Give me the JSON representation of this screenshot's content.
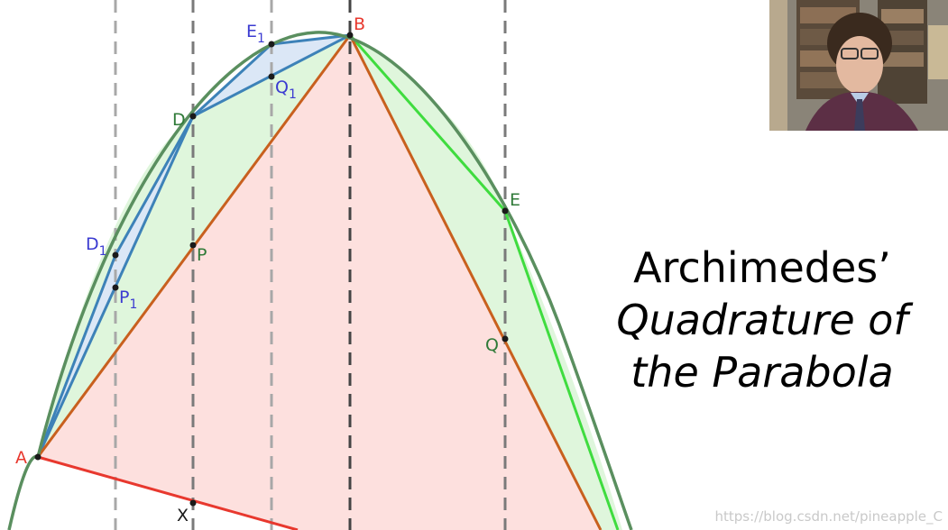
{
  "title": {
    "line1": "Archimedes’",
    "line2": "Quadrature of",
    "line3": "the Parabola"
  },
  "points": {
    "A": "A",
    "B": "B",
    "D": "D",
    "E": "E",
    "P": "P",
    "Q": "Q",
    "X": "X",
    "D1": {
      "base": "D",
      "sub": "1"
    },
    "E1": {
      "base": "E",
      "sub": "1"
    },
    "P1": {
      "base": "P",
      "sub": "1"
    },
    "Q1": {
      "base": "Q",
      "sub": "1"
    }
  },
  "watermark": "https://blog.csdn.net/pineapple_C",
  "colors": {
    "parabola": "#5a8f5f",
    "red": "#e8382e",
    "orange": "#c8601e",
    "green_chord": "#3fdc3f",
    "blue_chord": "#3d82b8",
    "label_green": "#2f7a38",
    "label_blue": "#3b3bd1",
    "label_red": "#e8382e",
    "fill_pink": "#fde0de",
    "fill_green": "#dff6dc",
    "fill_blue": "#dbe7f6"
  }
}
